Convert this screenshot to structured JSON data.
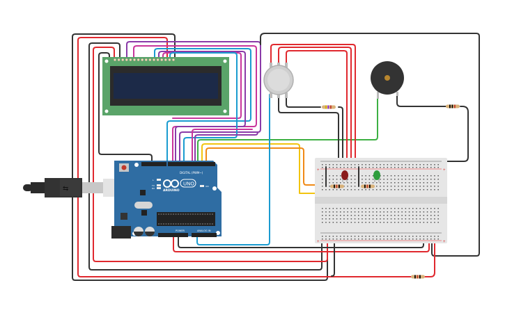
{
  "app": "Circuit schematic view",
  "components": {
    "lcd": {
      "name": "16x2 LCD display",
      "pin_count": 16,
      "colors": {
        "pcb": "#5aa469",
        "bezel": "#2b2b2b",
        "screen": "#1c2a48"
      }
    },
    "arduino": {
      "name": "Arduino UNO",
      "brand_label": "ARDUINO",
      "model_label": "UNO",
      "digital_label": "DIGITAL (PWM~)",
      "power_label": "POWER",
      "analog_label": "ANALOG IN",
      "aref_label": "AREF",
      "gnd_label": "GND",
      "tx_label": "TX",
      "rx_label": "RX",
      "l_label": "L",
      "on_label": "ON",
      "ioref_label": "IOREF",
      "reset_label": "RESET",
      "v33_label": "3.3V",
      "v5_label": "5V",
      "vin_label": "Vin",
      "color": "#2f6da3"
    },
    "usb_cable": {
      "name": "USB cable",
      "icon": "usb-icon"
    },
    "gas_sensor": {
      "name": "Gas sensor"
    },
    "piezo": {
      "name": "Piezo buzzer"
    },
    "breadboard": {
      "name": "Breadboard",
      "rail_minus": "-",
      "rail_plus": "+"
    },
    "led_red": {
      "name": "Red LED",
      "color": "#8a1c1c"
    },
    "led_green": {
      "name": "Green LED",
      "color": "#2e9e3e"
    },
    "resistors": [
      {
        "name": "Gas sensor load resistor",
        "bands": [
          "#d4b000",
          "#8a2be2",
          "#c0392b"
        ]
      },
      {
        "name": "Piezo resistor",
        "bands": [
          "#000000",
          "#000000",
          "#c0392b"
        ]
      },
      {
        "name": "Red LED resistor",
        "bands": [
          "#000000",
          "#c0392b",
          "#000000"
        ]
      },
      {
        "name": "Green LED resistor",
        "bands": [
          "#000000",
          "#c0392b",
          "#000000"
        ]
      },
      {
        "name": "Bottom resistor",
        "bands": [
          "#000000",
          "#c0392b",
          "#000000"
        ]
      }
    ]
  },
  "wire_colors": {
    "black": "#333333",
    "red": "#e0282e",
    "purple": "#8a3aa8",
    "magenta": "#c8359b",
    "blue": "#1a9bd0",
    "green": "#3cb043",
    "yellow": "#f2c40f",
    "orange": "#f08a16"
  }
}
